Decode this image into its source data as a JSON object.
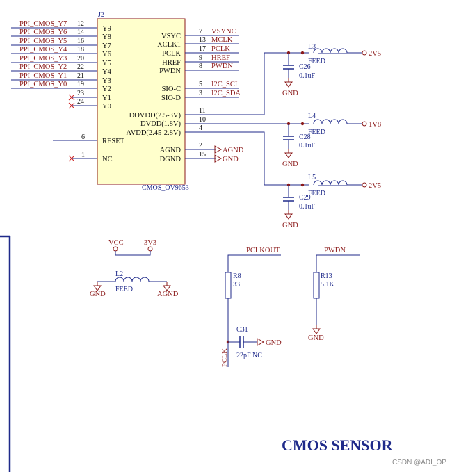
{
  "ic": {
    "ref": "J2",
    "part": "CMOS_OV9653",
    "left_pins": [
      {
        "net": "PPI_CMOS_Y7",
        "num": "12",
        "name": "Y9"
      },
      {
        "net": "PPI_CMOS_Y6",
        "num": "14",
        "name": "Y8"
      },
      {
        "net": "PPI_CMOS_Y5",
        "num": "16",
        "name": "Y7"
      },
      {
        "net": "PPI_CMOS_Y4",
        "num": "18",
        "name": "Y6"
      },
      {
        "net": "PPI_CMOS_Y3",
        "num": "20",
        "name": "Y5"
      },
      {
        "net": "PPI_CMOS_Y2",
        "num": "22",
        "name": "Y4"
      },
      {
        "net": "PPI_CMOS_Y1",
        "num": "21",
        "name": "Y3"
      },
      {
        "net": "PPI_CMOS_Y0",
        "num": "19",
        "name": "Y2"
      },
      {
        "net": "",
        "num": "23",
        "name": "Y1"
      },
      {
        "net": "",
        "num": "24",
        "name": "Y0"
      }
    ],
    "right_pins": [
      {
        "name": "VSYC",
        "num": "7",
        "net": "VSYNC"
      },
      {
        "name": "XCLK1",
        "num": "13",
        "net": "MCLK"
      },
      {
        "name": "PCLK",
        "num": "17",
        "net": "PCLK"
      },
      {
        "name": "HREF",
        "num": "9",
        "net": "HREF"
      },
      {
        "name": "PWDN",
        "num": "8",
        "net": "PWDN"
      },
      {
        "name": "SIO-C",
        "num": "5",
        "net": "I2C_SCL"
      },
      {
        "name": "SIO-D",
        "num": "3",
        "net": "I2C_SDA"
      }
    ],
    "power_pins": [
      {
        "name": "DOVDD(2.5-3V)",
        "num": "11"
      },
      {
        "name": "DVDD(1.8V)",
        "num": "10"
      },
      {
        "name": "AVDD(2.45-2.8V)",
        "num": "4"
      }
    ],
    "gnd_pins": [
      {
        "name": "AGND",
        "num": "2",
        "net": "AGND"
      },
      {
        "name": "DGND",
        "num": "15",
        "net": "GND"
      }
    ],
    "reset": {
      "name": "RESET",
      "num": "6"
    },
    "nc": {
      "name": "NC",
      "num": "1"
    }
  },
  "filters": [
    {
      "inductor": "L3",
      "label": "FEED",
      "cap": "C26",
      "cap_value": "0.1uF",
      "rail": "2V5",
      "gnd": "GND"
    },
    {
      "inductor": "L4",
      "label": "FEED",
      "cap": "C28",
      "cap_value": "0.1uF",
      "rail": "1V8",
      "gnd": "GND"
    },
    {
      "inductor": "L5",
      "label": "FEED",
      "cap": "C29",
      "cap_value": "0.1uF",
      "rail": "2V5",
      "gnd": "GND"
    }
  ],
  "misc": {
    "vcc": "VCC",
    "v3v3": "3V3",
    "l2": "L2",
    "l2_label": "FEED",
    "gnd": "GND",
    "agnd": "AGND",
    "pclkout": "PCLKOUT",
    "r8": "R8",
    "r8_value": "33",
    "c31": "C31",
    "c31_value": "22pF NC",
    "c31_gnd": "GND",
    "pclk": "PCLK",
    "pwdn": "PWDN",
    "r13": "R13",
    "r13_value": "5.1K",
    "r13_gnd": "GND"
  },
  "title": "CMOS SENSOR",
  "watermark": "CSDN @ADI_OP",
  "colors": {
    "wire": "#1f2a8a",
    "text_red": "#8b1a1a",
    "node": "#8b1a1a",
    "body_fill": "#ffffcc",
    "body_border": "#8b1a1a"
  }
}
